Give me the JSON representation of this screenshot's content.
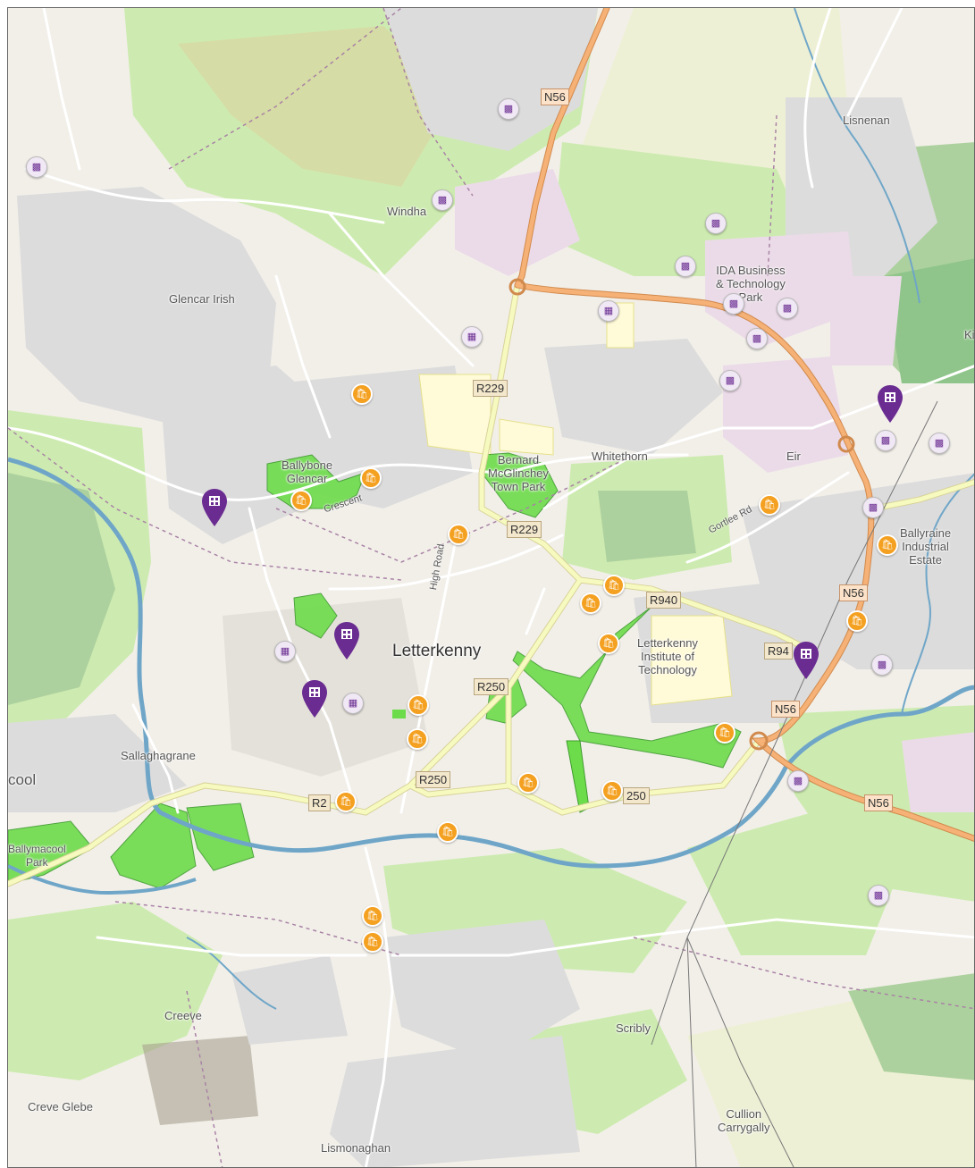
{
  "map": {
    "places": {
      "lisnenan": "Lisnenan",
      "windhall": "Windha",
      "glencar_irish": "Glencar Irish",
      "ida_line1": "IDA Business",
      "ida_line2": "& Technology",
      "ida_line3": "Park",
      "ki": "Ki",
      "whitethorn": "Whitethorn",
      "eir": "Eir",
      "ballybone1": "Ballybone",
      "ballybone2": "Glencar",
      "bernard1": "Bernard",
      "bernard2": "McGlinchey",
      "bernard3": "Town Park",
      "ballyraine1": "Ballyraine",
      "ballyraine2": "Industrial",
      "ballyraine3": "Estate",
      "letterkenny": "Letterkenny",
      "lyit1": "Letterkenny",
      "lyit2": "Institute of",
      "lyit3": "Technology",
      "sallaghagrane": "Sallaghagrane",
      "cool": "cool",
      "ballymacool1": "Ballymacool",
      "ballymacool2": "Park",
      "creeve": "Creeve",
      "scribly": "Scribly",
      "creeve_glebe": "Creve Glebe",
      "cullion1": "Cullion",
      "cullion2": "Carrygally",
      "lismonaghan": "Lismonaghan"
    },
    "shields": {
      "n56_top": "N56",
      "r229_a": "R229",
      "r229_b": "R229",
      "r940_a": "R940",
      "r940_b": "R94",
      "n56_mid": "N56",
      "n56_c": "N56",
      "n56_right": "N56",
      "r250_a": "R250",
      "r250_b": "R250",
      "r250_c": "250",
      "r250_d": "R2"
    },
    "roads": {
      "high_road": "High Road",
      "gortlee": "Gortlee Rd",
      "crescent": "Crescent"
    },
    "colors": {
      "residential": "#dcdcdc",
      "park": "#6ddc4a",
      "grass": "#cdebb0",
      "forest": "#add19e",
      "industrial": "#ebdbe8",
      "water": "#6fa6c8",
      "national_road": "#f6b176",
      "regional_road": "#f7fabf",
      "shop_marker": "#f4a020",
      "poi_purple": "#6a2c91"
    },
    "icons": {
      "shop": "shopping-bag-icon",
      "factory": "factory-icon",
      "office": "office-building-icon",
      "pin": "location-pin-icon"
    }
  }
}
